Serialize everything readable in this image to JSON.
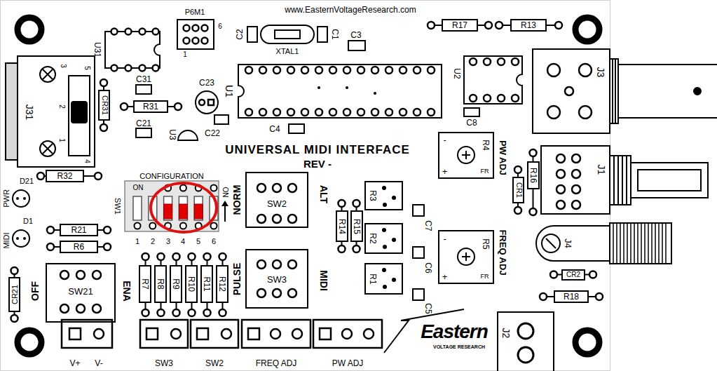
{
  "diagram": {
    "title": "UNIVERSAL MIDI INTERFACE",
    "nodes": [
      {
        "text": [
          "R17"
        ]
      },
      {
        "text": [
          "R13"
        ]
      },
      {
        "text": [
          "CR31"
        ]
      },
      {
        "text": [
          "R31"
        ]
      },
      {
        "text": [
          "R32"
        ]
      },
      {
        "text": [
          "-",
          "R4",
          "FR",
          "+"
        ]
      },
      {
        "text": [
          "R16"
        ]
      },
      {
        "text": [
          "CR1"
        ]
      },
      {
        "text": [
          "SW2"
        ]
      },
      {
        "text": [
          "R3"
        ]
      },
      {
        "text": [
          "R14"
        ]
      },
      {
        "text": [
          "R15"
        ]
      },
      {
        "text": [
          "R2"
        ]
      },
      {
        "text": [
          "R21"
        ]
      },
      {
        "text": [
          "R6"
        ]
      },
      {
        "text": [
          "-",
          "R5",
          "FR",
          "+"
        ]
      },
      {
        "text": [
          "SW3"
        ]
      },
      {
        "text": [
          "R1"
        ]
      },
      {
        "text": [
          "CR2"
        ]
      },
      {
        "text": [
          "SW21"
        ]
      },
      {
        "text": [
          "CR21"
        ]
      },
      {
        "text": [
          "R7"
        ]
      },
      {
        "text": [
          "R8"
        ]
      },
      {
        "text": [
          "R9"
        ]
      },
      {
        "text": [
          "R10"
        ]
      },
      {
        "text": [
          "R11"
        ]
      },
      {
        "text": [
          "R12"
        ]
      },
      {
        "text": [
          "R18"
        ]
      }
    ],
    "labels": [
      "www.EasternVoltageResearch.com",
      "P6M1",
      "6",
      "1",
      "C2",
      "XTAL1",
      "C1",
      "C3",
      "U31",
      "U2",
      "J3",
      "3",
      "5",
      "J31",
      "2",
      "1",
      "4",
      "C31",
      "C23",
      "U1",
      "C8",
      "C21",
      "U3",
      "C22",
      "C4",
      "REV -",
      "PW ADJ",
      "J1",
      "D21",
      "PWR",
      "CONFIGURATION",
      "ON",
      "ON",
      "SW1",
      "NORM",
      "ALT",
      "C7",
      "FREQ ADJ",
      "J4",
      "D1",
      "MIDI",
      "1",
      "2",
      "3",
      "4",
      "5",
      "6",
      "C6",
      "PULSE",
      "MIDI",
      "OFF",
      "ENA",
      "C5",
      "J2",
      "V+",
      "V-",
      "SW3",
      "SW2",
      "FREQ ADJ",
      "PW ADJ",
      "Eastern",
      "VOLTAGE RESEARCH"
    ]
  }
}
